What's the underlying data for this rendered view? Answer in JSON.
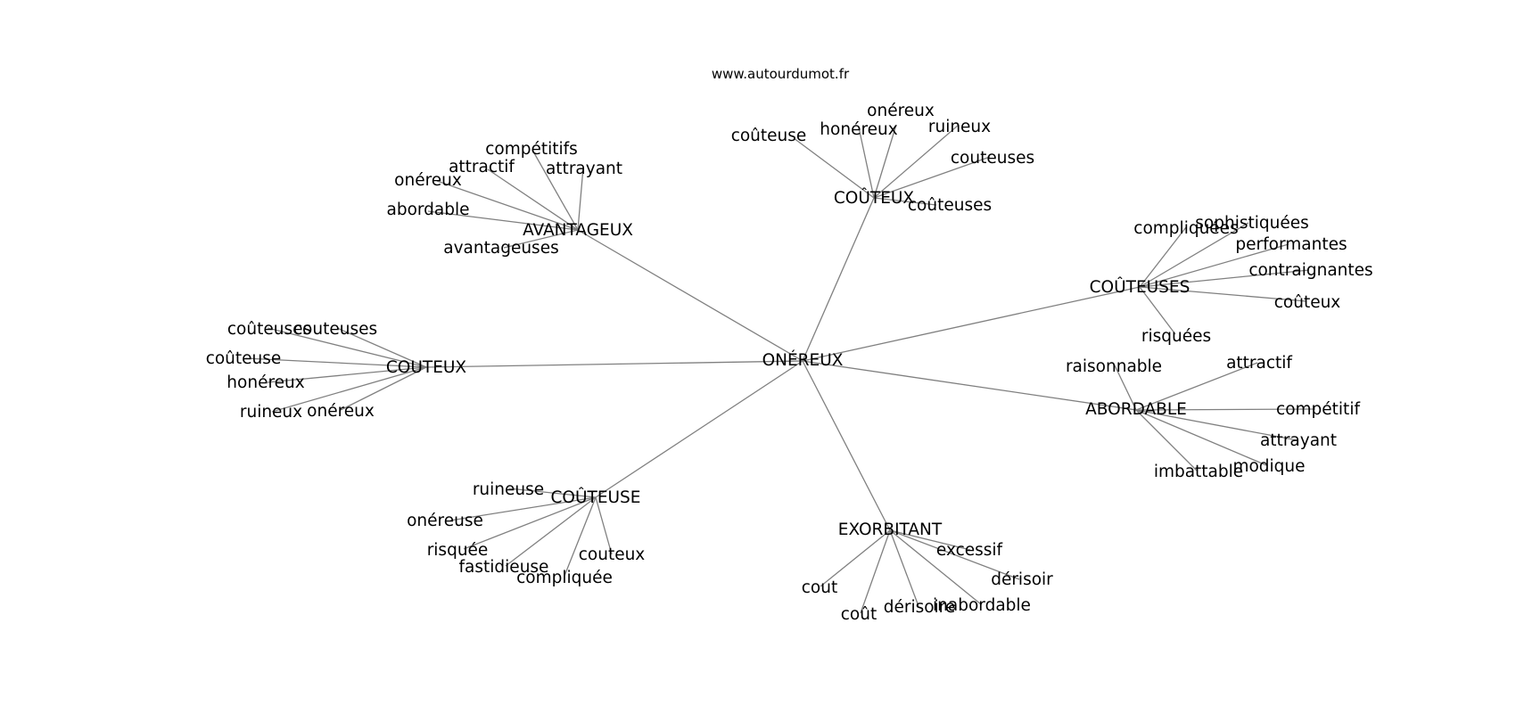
{
  "source": "www.autourdumot.fr",
  "center": "ONÉREUX",
  "clusters": [
    {
      "word": "COÛTEUX",
      "leaves": [
        "onéreux",
        "honéreux",
        "coûteuse",
        "ruineux",
        "couteuses",
        "coûteuses"
      ]
    },
    {
      "word": "AVANTAGEUX",
      "leaves": [
        "compétitifs",
        "attractif",
        "attrayant",
        "onéreux",
        "abordable",
        "avantageuses"
      ]
    },
    {
      "word": "COÛTEUSES",
      "leaves": [
        "compliquées",
        "sophistiquées",
        "performantes",
        "contraignantes",
        "coûteux",
        "risquées"
      ]
    },
    {
      "word": "COUTEUX",
      "leaves": [
        "coûteuses",
        "couteuses",
        "coûteuse",
        "honéreux",
        "ruineux",
        "onéreux"
      ]
    },
    {
      "word": "ABORDABLE",
      "leaves": [
        "raisonnable",
        "attractif",
        "compétitif",
        "attrayant",
        "modique",
        "imbattable"
      ]
    },
    {
      "word": "COÛTEUSE",
      "leaves": [
        "ruineuse",
        "onéreuse",
        "risquée",
        "fastidieuse",
        "compliquée",
        "couteux"
      ]
    },
    {
      "word": "EXORBITANT",
      "leaves": [
        "excessif",
        "dérisoir",
        "inabordable",
        "dérisoire",
        "coût",
        "cout"
      ]
    }
  ]
}
